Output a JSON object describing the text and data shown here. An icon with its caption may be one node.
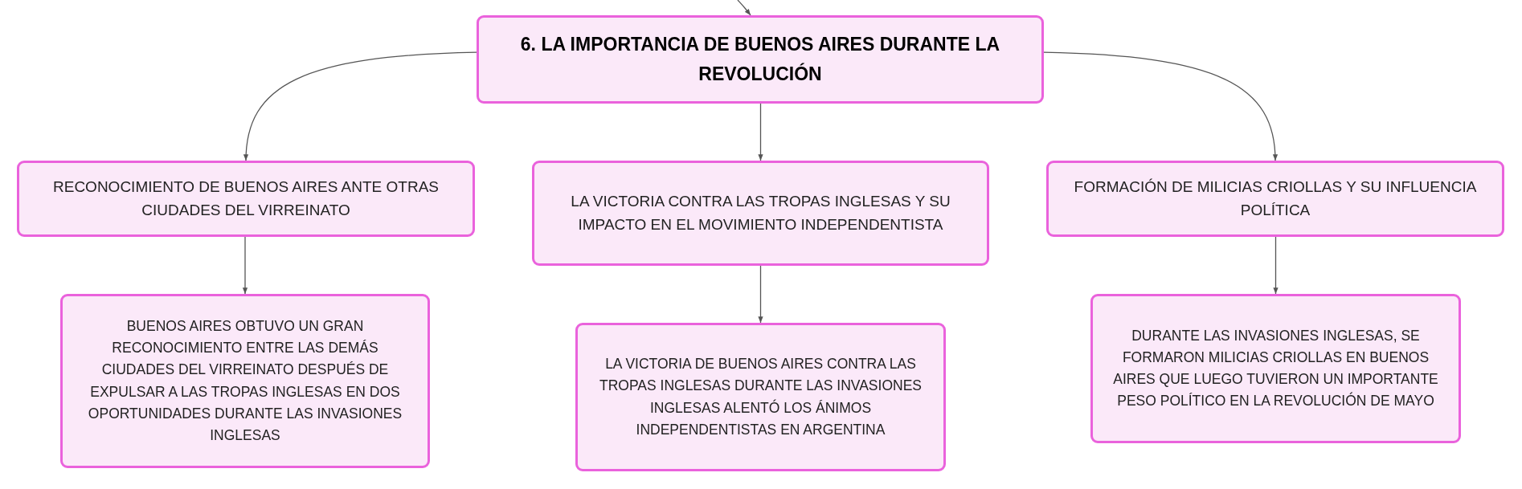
{
  "diagram": {
    "nodes": [
      {
        "text": [
          "6. LA IMPORTANCIA DE BUENOS AIRES DURANTE LA REVOLUCIÓN"
        ]
      },
      {
        "text": [
          "RECONOCIMIENTO DE BUENOS AIRES ANTE OTRAS CIUDADES DEL VIRREINATO"
        ]
      },
      {
        "text": [
          "LA VICTORIA CONTRA LAS TROPAS INGLESAS Y SU IMPACTO EN EL MOVIMIENTO INDEPENDENTISTA"
        ]
      },
      {
        "text": [
          "FORMACIÓN DE MILICIAS CRIOLLAS Y SU INFLUENCIA POLÍTICA"
        ]
      },
      {
        "text": [
          "BUENOS AIRES OBTUVO UN GRAN RECONOCIMIENTO ENTRE LAS DEMÁS CIUDADES DEL VIRREINATO DESPUÉS DE EXPULSAR A LAS TROPAS INGLESAS EN DOS OPORTUNIDADES DURANTE LAS INVASIONES INGLESAS"
        ]
      },
      {
        "text": [
          "LA VICTORIA DE BUENOS AIRES CONTRA LAS TROPAS INGLESAS DURANTE LAS INVASIONES INGLESAS ALENTÓ LOS ÁNIMOS INDEPENDENTISTAS EN ARGENTINA"
        ]
      },
      {
        "text": [
          "DURANTE LAS INVASIONES INGLESAS, SE FORMARON MILICIAS CRIOLLAS EN BUENOS AIRES QUE LUEGO TUVIERON UN IMPORTANTE PESO POLÍTICO EN LA REVOLUCIÓN DE MAYO"
        ]
      }
    ],
    "edges": [
      {
        "from": null,
        "to": 0,
        "arrow": "to"
      },
      {
        "from": 0,
        "to": 1,
        "arrow": "to"
      },
      {
        "from": 0,
        "to": 2,
        "arrow": "to"
      },
      {
        "from": 0,
        "to": 3,
        "arrow": "to"
      },
      {
        "from": 1,
        "to": 4,
        "arrow": "to"
      },
      {
        "from": 2,
        "to": 5,
        "arrow": "to"
      },
      {
        "from": 3,
        "to": 6,
        "arrow": "to"
      }
    ]
  }
}
